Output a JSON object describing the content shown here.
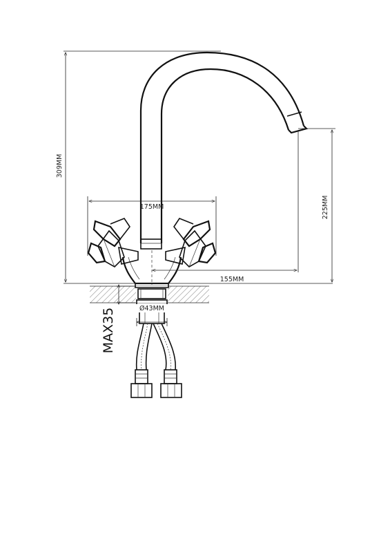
{
  "dimensions": {
    "total_height": "309MM",
    "spout_height": "225MM",
    "handle_span": "175MM",
    "spout_reach": "155MM",
    "base_diameter": "Ø43MM",
    "max_counter_thickness": "MAX35"
  }
}
